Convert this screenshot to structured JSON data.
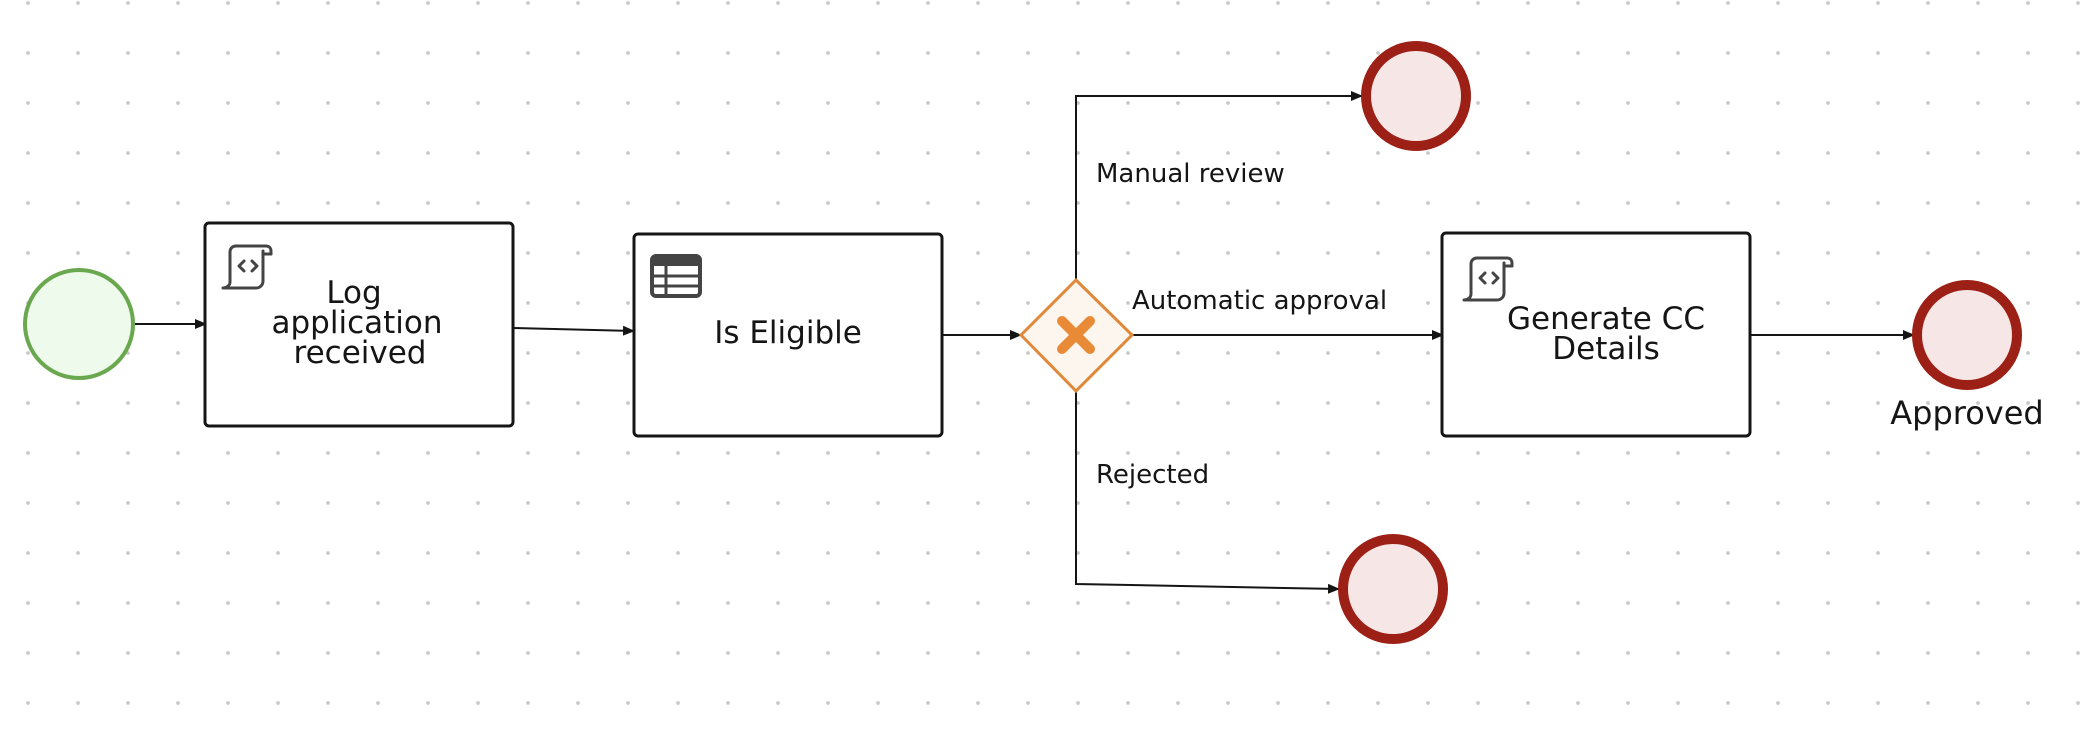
{
  "diagram": {
    "type": "bpmn-process",
    "tasks": {
      "log_application": {
        "lines": [
          "Log",
          "application",
          "received"
        ],
        "icon": "script-icon"
      },
      "is_eligible": {
        "lines": [
          "Is Eligible"
        ],
        "icon": "decision-table-icon"
      },
      "generate_cc": {
        "lines": [
          "Generate CC",
          "Details"
        ],
        "icon": "script-icon"
      }
    },
    "gateway": {
      "kind": "exclusive",
      "icon": "x-icon"
    },
    "events": {
      "start": {
        "kind": "start"
      },
      "end_manual": {
        "kind": "end",
        "label": ""
      },
      "end_approved": {
        "kind": "end",
        "label": "Approved"
      },
      "end_rejected": {
        "kind": "end",
        "label": ""
      }
    },
    "flows": {
      "manual": {
        "label": "Manual review"
      },
      "automatic": {
        "label": "Automatic approval"
      },
      "rejected": {
        "label": "Rejected"
      }
    },
    "colors": {
      "start_stroke": "#6aa84f",
      "start_fill": "#eefaeb",
      "end_stroke": "#9c2016",
      "end_fill": "#f7e6e6",
      "gateway_stroke": "#e0893b",
      "gateway_fill": "#fdf6ee",
      "gateway_icon": "#e88a36",
      "task_stroke": "#151515",
      "edge": "#151515"
    }
  }
}
